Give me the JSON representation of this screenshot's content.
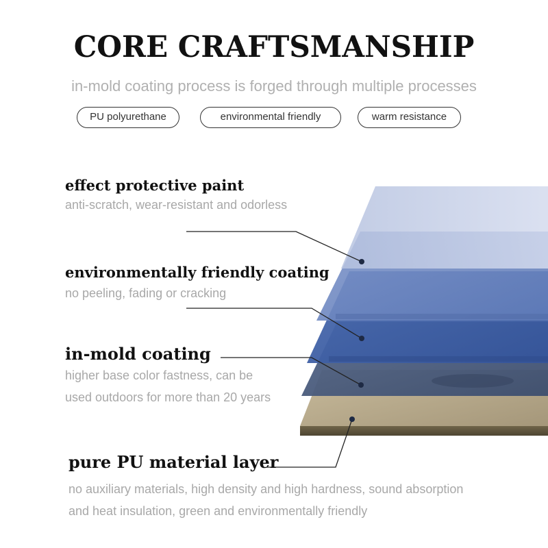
{
  "title": "CORE CRAFTSMANSHIP",
  "subtitle": "in-mold coating process is forged through multiple processes",
  "tags": [
    "PU polyurethane",
    "environmental friendly",
    "warm resistance"
  ],
  "layers": [
    {
      "heading": "effect protective paint",
      "description": [
        "anti-scratch, wear-resistant and odorless"
      ]
    },
    {
      "heading": "environmentally friendly coating",
      "description": [
        "no peeling, fading or cracking"
      ]
    },
    {
      "heading": "in-mold coating",
      "description": [
        "higher base color fastness, can be",
        "used outdoors for more than 20 years"
      ]
    },
    {
      "heading": "pure PU material layer",
      "description": [
        "no auxiliary materials, high density and high hardness, sound absorption",
        "and heat insulation, green and environmentally friendly"
      ]
    }
  ],
  "colors": {
    "layer_top": "#c3cde6",
    "layer_second": "#6e88c2",
    "layer_third": "#3f62a8",
    "layer_fourth": "#4a5d7e",
    "base_layer": "#b6a88a"
  }
}
